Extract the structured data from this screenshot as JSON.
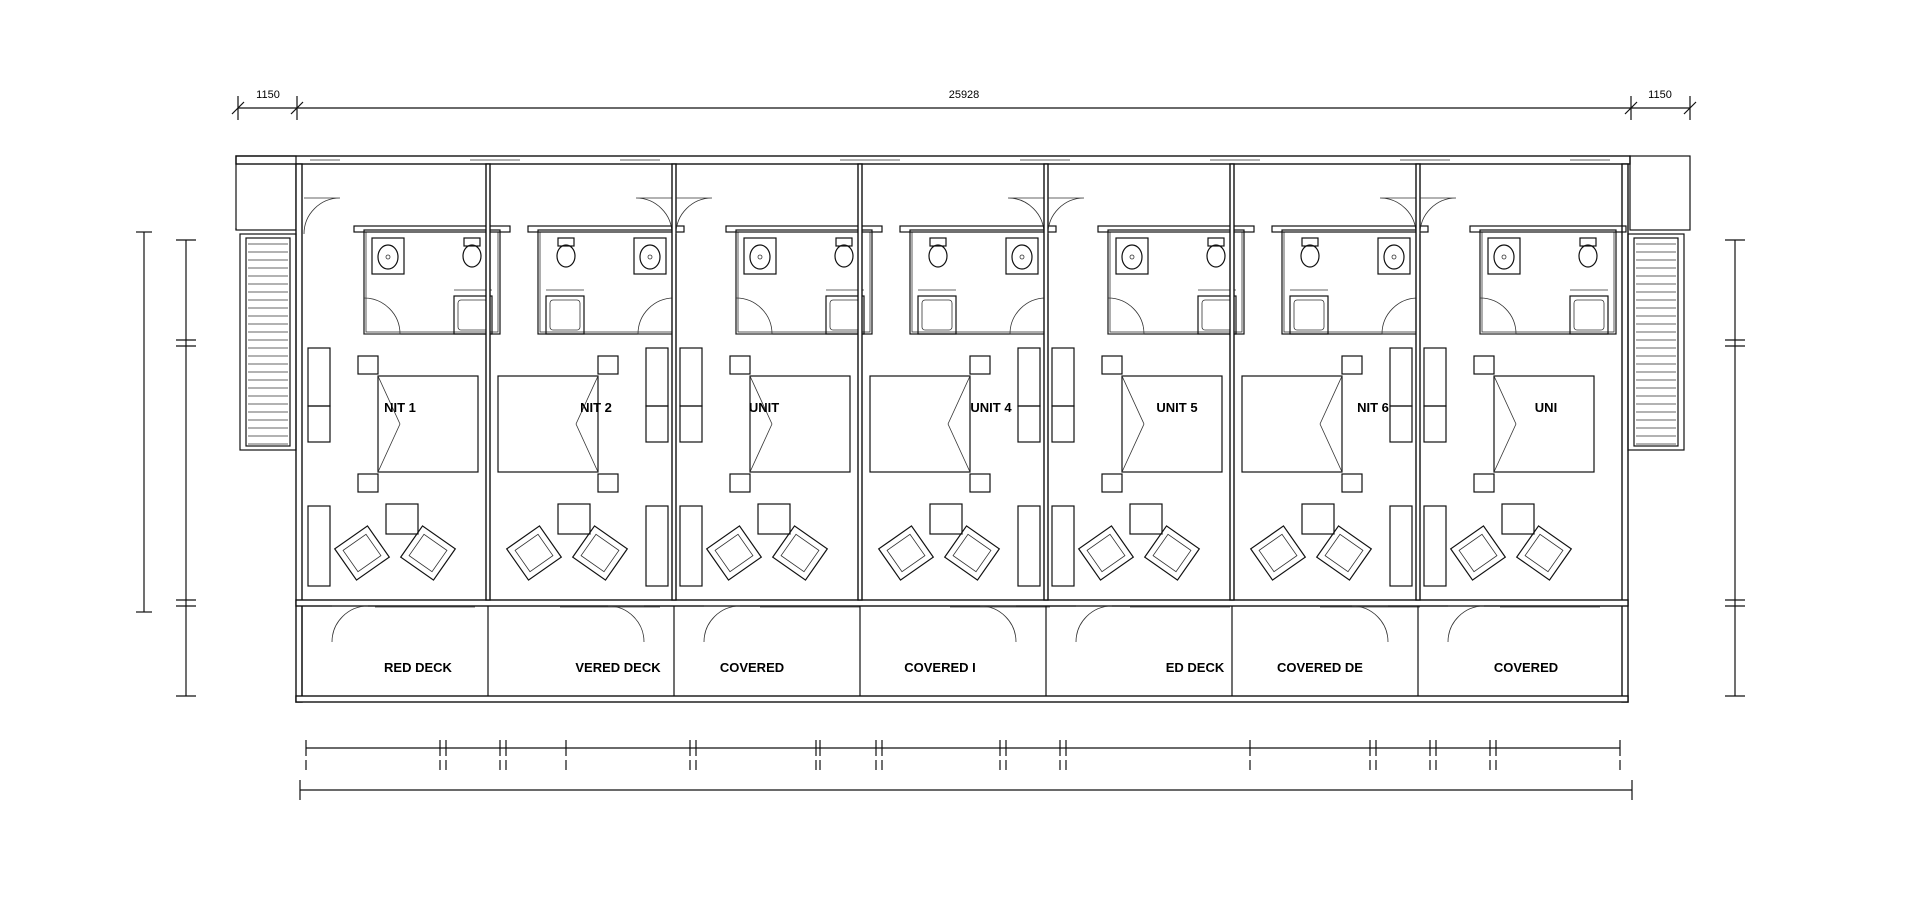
{
  "top_dims": [
    "1150",
    "25928",
    "1150"
  ],
  "units": [
    "NIT 1",
    "NIT 2",
    "UNIT",
    "UNIT 4",
    "UNIT 5",
    "NIT 6",
    "UNI"
  ],
  "decks": [
    "RED DECK",
    "VERED DECK",
    "COVERED",
    "COVERED I",
    "ED DECK",
    "COVERED DE",
    "COVERED"
  ],
  "icons": {
    "wash_basin": "basin-icon",
    "toilet": "toilet-icon",
    "shower": "shower-icon",
    "bed": "bed-icon",
    "armchair": "armchair-icon",
    "stair": "stair-icon"
  },
  "colors": {
    "line": "#111111",
    "background": "#ffffff"
  }
}
